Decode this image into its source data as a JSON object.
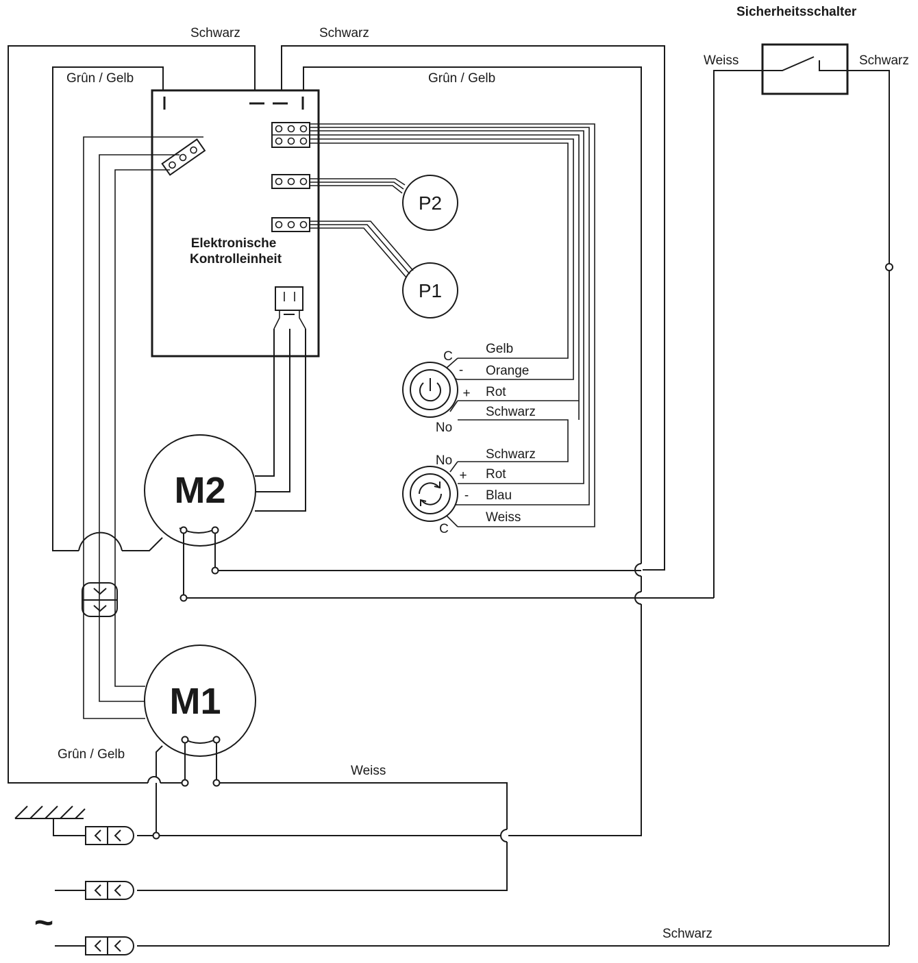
{
  "labels": {
    "schwarz_top_left": "Schwarz",
    "schwarz_top_right": "Schwarz",
    "gruen_gelb_left": "Grûn / Gelb",
    "gruen_gelb_right": "Grûn / Gelb",
    "gruen_gelb_bottom": "Grûn / Gelb",
    "switch_title": "Sicherheitsschalter",
    "switch_weiss": "Weiss",
    "switch_schwarz": "Schwarz",
    "control_unit_line1": "Elektronische",
    "control_unit_line2": "Kontrolleinheit",
    "weiss_bottom": "Weiss",
    "schwarz_bottom": "Schwarz",
    "ac_symbol": "~"
  },
  "components": {
    "p1": "P1",
    "p2": "P2",
    "m1": "M1",
    "m2": "M2"
  },
  "power_button": {
    "terminal_c": "C",
    "terminal_no": "No",
    "sign_minus": "-",
    "sign_plus": "+",
    "wires": [
      "Gelb",
      "Orange",
      "Rot",
      "Schwarz"
    ]
  },
  "rotate_button": {
    "terminal_no": "No",
    "terminal_c": "C",
    "sign_plus": "+",
    "sign_minus": "-",
    "wires": [
      "Schwarz",
      "Rot",
      "Blau",
      "Weiss"
    ]
  },
  "icons": [
    "power-icon",
    "rotate-icon",
    "ground-icon",
    "switch-icon"
  ]
}
